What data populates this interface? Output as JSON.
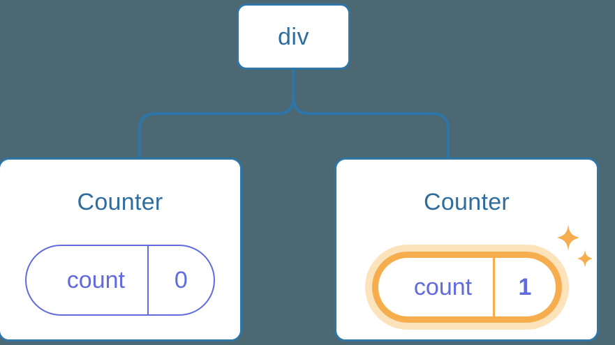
{
  "diagram": {
    "title": "react component tree with counter state",
    "background_color": "#4c6872",
    "node_border_color": "#2e76a8",
    "node_text_color": "#2e6d9e",
    "state_color": "#616bdd",
    "highlight_color": "#f5ad4e",
    "highlight_glow_color": "#fce3bb"
  },
  "root": {
    "label": "div"
  },
  "children": [
    {
      "title": "Counter",
      "state": {
        "key": "count",
        "value": "0",
        "highlighted": false
      }
    },
    {
      "title": "Counter",
      "state": {
        "key": "count",
        "value": "1",
        "highlighted": true
      }
    }
  ]
}
